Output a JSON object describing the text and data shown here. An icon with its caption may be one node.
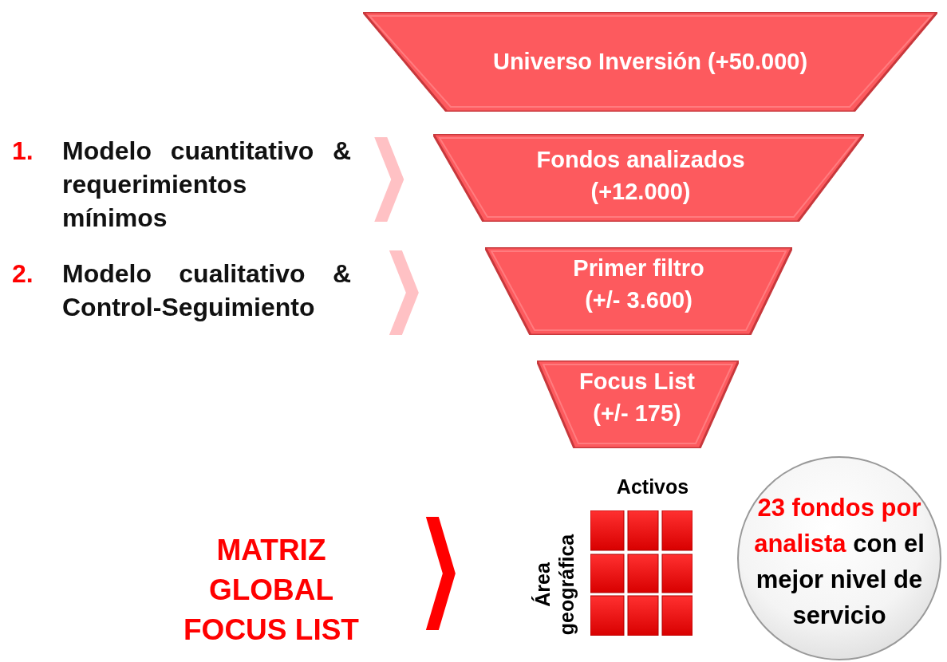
{
  "diagram": {
    "nodes": [
      {
        "text": [
          "Universo Inversión (+50.000)"
        ]
      },
      {
        "text": [
          "Fondos analizados (+12.000)"
        ]
      },
      {
        "text": [
          "Primer filtro (+/- 3.600)"
        ]
      },
      {
        "text": [
          "Focus List (+/- 175)"
        ]
      },
      {
        "text": [
          "1.",
          "Modelo cuantitativo & requerimientos mínimos"
        ]
      },
      {
        "text": [
          "2.",
          "Modelo cualitativo & Control-Seguimiento"
        ]
      },
      {
        "text": [
          "MATRIZ GLOBAL FOCUS LIST"
        ]
      },
      {
        "text": [],
        "shape": "box",
        "beside": [
          "Activos",
          "Área geográfica"
        ]
      },
      {
        "text": [
          "23 fondos por analista",
          "con el mejor nivel de servicio"
        ]
      }
    ],
    "edges": [
      {
        "from": 4,
        "to": 1,
        "arrow": "to"
      },
      {
        "from": 5,
        "to": 2,
        "arrow": "to"
      },
      {
        "from": 6,
        "to": 7,
        "arrow": "to",
        "color": "#ff0000"
      }
    ]
  }
}
